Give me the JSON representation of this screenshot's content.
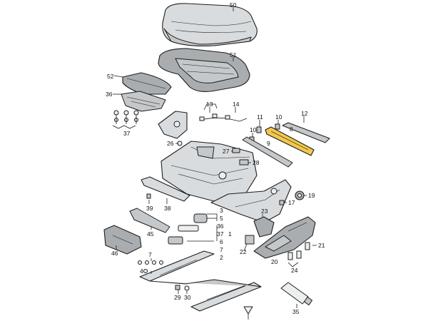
{
  "diagram": {
    "labels": [
      {
        "id": "50",
        "text": "50"
      },
      {
        "id": "51",
        "text": "51"
      },
      {
        "id": "52",
        "text": "52"
      },
      {
        "id": "36",
        "text": "36"
      },
      {
        "id": "37",
        "text": "37"
      },
      {
        "id": "13",
        "text": "13"
      },
      {
        "id": "14",
        "text": "14"
      },
      {
        "id": "11",
        "text": "11"
      },
      {
        "id": "10a",
        "text": "10"
      },
      {
        "id": "10b",
        "text": "10"
      },
      {
        "id": "12",
        "text": "12"
      },
      {
        "id": "8",
        "text": "8"
      },
      {
        "id": "9",
        "text": "9"
      },
      {
        "id": "26",
        "text": "26"
      },
      {
        "id": "27",
        "text": "27"
      },
      {
        "id": "28",
        "text": "28"
      },
      {
        "id": "19",
        "text": "19"
      },
      {
        "id": "17",
        "text": "17"
      },
      {
        "id": "39",
        "text": "39"
      },
      {
        "id": "38",
        "text": "38"
      },
      {
        "id": "3a",
        "text": "3"
      },
      {
        "id": "5",
        "text": "5"
      },
      {
        "id": "36b",
        "text": "36"
      },
      {
        "id": "37b",
        "text": "37"
      },
      {
        "id": "1a",
        "text": "1"
      },
      {
        "id": "6",
        "text": "6"
      },
      {
        "id": "7a",
        "text": "7"
      },
      {
        "id": "2a",
        "text": "2"
      },
      {
        "id": "45",
        "text": "45"
      },
      {
        "id": "46",
        "text": "46"
      },
      {
        "id": "7b",
        "text": "7"
      },
      {
        "id": "4",
        "text": "4"
      },
      {
        "id": "23",
        "text": "23"
      },
      {
        "id": "22",
        "text": "22"
      },
      {
        "id": "20",
        "text": "20"
      },
      {
        "id": "21",
        "text": "21"
      },
      {
        "id": "24",
        "text": "24"
      },
      {
        "id": "29",
        "text": "29"
      },
      {
        "id": "30",
        "text": "30"
      },
      {
        "id": "35",
        "text": "35"
      }
    ]
  }
}
